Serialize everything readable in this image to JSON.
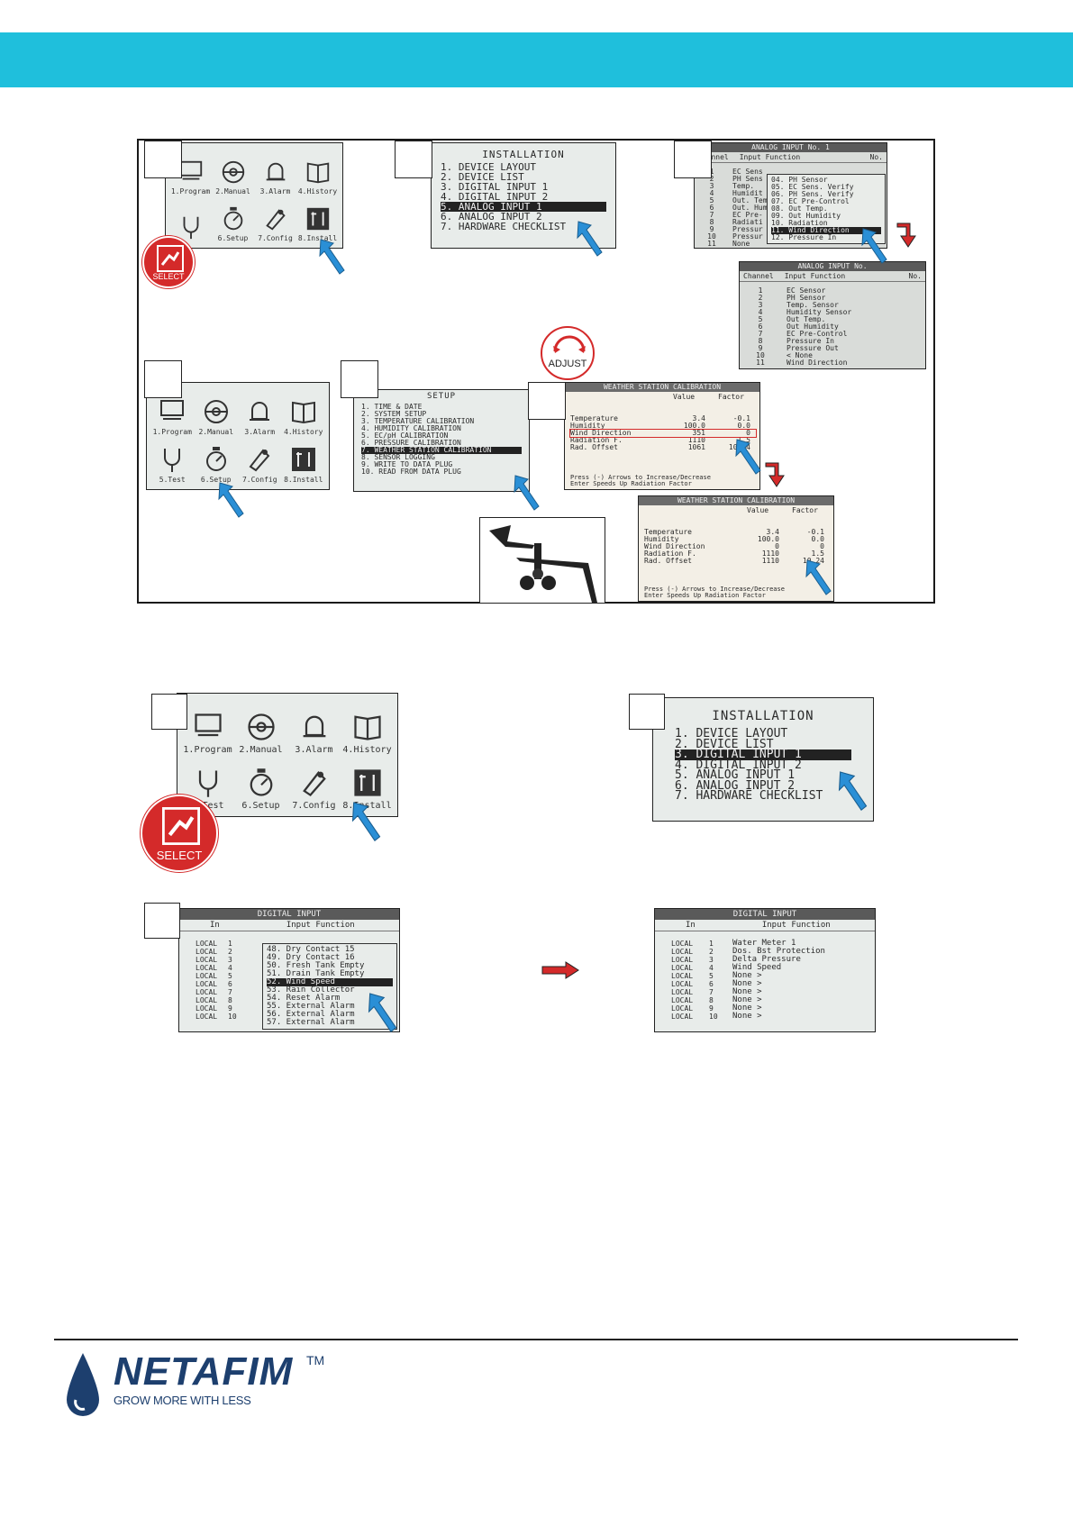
{
  "colors": {
    "band": "#1fbfdc",
    "arrow_blue": "#2a8fd6",
    "arrow_red": "#d42a2a",
    "brand": "#1d3f6e"
  },
  "icon_menu_small": [
    "1.Program",
    "2.Manual",
    "3.Alarm",
    "4.History",
    "",
    "6.Setup",
    "7.Config",
    "8.Install"
  ],
  "icon_menu_setup": [
    "1.Program",
    "2.Manual",
    "3.Alarm",
    "4.History",
    "5.Test",
    "6.Setup",
    "7.Config",
    "8.Install"
  ],
  "icon_menu_big": [
    "1.Program",
    "2.Manual",
    "3.Alarm",
    "4.History",
    "5.Test",
    "6.Setup",
    "7.Config",
    "8.Install"
  ],
  "installation": {
    "title": "INSTALLATION",
    "items": [
      "1. DEVICE LAYOUT",
      "2. DEVICE LIST",
      "3. DIGITAL INPUT 1",
      "4. DIGITAL INPUT 2",
      "5. ANALOG INPUT 1",
      "6. ANALOG INPUT 2",
      "7. HARDWARE CHECKLIST"
    ]
  },
  "analog_popup": {
    "title": "ANALOG INPUT No. 1",
    "col_channel": "Channel",
    "col_function": "Input Function",
    "col_no": "No.",
    "channels": [
      "1",
      "2",
      "3",
      "4",
      "5",
      "6",
      "7",
      "8",
      "9",
      "10",
      "11"
    ],
    "functions": [
      "EC Sens",
      "PH Sens",
      "Temp.",
      "Humidit",
      "Out. Tem",
      "Out. Hum",
      "EC Pre-",
      "Radiati",
      "Pressur",
      "Pressur",
      "None"
    ],
    "popup_items": [
      "04. PH Sensor",
      "05. EC Sens. Verify",
      "06. PH Sens. Verify",
      "07. EC Pre-Control",
      "08. Out Temp.",
      "09. Out Humidity",
      "10. Radiation",
      "11. Wind Direction",
      "12. Pressure In"
    ]
  },
  "analog_result": {
    "title": "ANALOG INPUT No.",
    "col_channel": "Channel",
    "col_function": "Input Function",
    "col_no": "No.",
    "channels": [
      "1",
      "2",
      "3",
      "4",
      "5",
      "6",
      "7",
      "8",
      "9",
      "10",
      "11"
    ],
    "functions": [
      "EC Sensor",
      "PH Sensor",
      "Temp. Sensor",
      "Humidity Sensor",
      "Out Temp.",
      "Out Humidity",
      "EC Pre-Control",
      "Pressure In",
      "Pressure Out",
      "< None",
      "Wind Direction"
    ]
  },
  "setup_menu": {
    "title": "SETUP",
    "items": [
      "1. TIME & DATE",
      "2. SYSTEM SETUP",
      "3. TEMPERATURE CALIBRATION",
      "4. HUMIDITY CALIBRATION",
      "5. EC/pH CALIBRATION",
      "6. PRESSURE CALIBRATION",
      "7. WEATHER STATION CALIBRATION",
      "8. SENSOR LOGGING",
      "9. WRITE TO DATA PLUG",
      "10. READ FROM DATA PLUG"
    ]
  },
  "weather_cal": {
    "title": "WEATHER STATION CALIBRATION",
    "col_value": "Value",
    "col_factor": "Factor",
    "rows": [
      {
        "name": "Temperature",
        "value": "3.4",
        "factor": "-0.1"
      },
      {
        "name": "Humidity",
        "value": "100.0",
        "factor": "0.0"
      },
      {
        "name": "Wind Direction",
        "value": "351",
        "factor": "0"
      },
      {
        "name": "Radiation F.",
        "value": "1110",
        "factor": "1.5"
      },
      {
        "name": "Rad. Offset",
        "value": "1061",
        "factor": "10.24"
      }
    ],
    "hint1": "Press (-) Arrows to Increase/Decrease",
    "hint2": "Enter Speeds Up Radiation Factor"
  },
  "weather_cal2": {
    "title": "WEATHER STATION CALIBRATION",
    "col_value": "Value",
    "col_factor": "Factor",
    "rows": [
      {
        "name": "Temperature",
        "value": "3.4",
        "factor": "-0.1"
      },
      {
        "name": "Humidity",
        "value": "100.0",
        "factor": "0.0"
      },
      {
        "name": "Wind Direction",
        "value": "0",
        "factor": "0"
      },
      {
        "name": "Radiation F.",
        "value": "1110",
        "factor": "1.5"
      },
      {
        "name": "Rad. Offset",
        "value": "1110",
        "factor": "10.24"
      }
    ],
    "hint1": "Press (-) Arrows to Increase/Decrease",
    "hint2": "Enter Speeds Up Radiation Factor"
  },
  "installation_big": {
    "title": "INSTALLATION",
    "items": [
      "1. DEVICE LAYOUT",
      "2. DEVICE LIST",
      "3. DIGITAL INPUT 1",
      "4. DIGITAL INPUT 2",
      "5. ANALOG INPUT 1",
      "6. ANALOG INPUT 2",
      "7. HARDWARE CHECKLIST"
    ]
  },
  "digital_input": {
    "title": "DIGITAL INPUT",
    "col_in": "In",
    "col_function": "Input Function",
    "locals": [
      "LOCAL",
      "LOCAL",
      "LOCAL",
      "LOCAL",
      "LOCAL",
      "LOCAL",
      "LOCAL",
      "LOCAL",
      "LOCAL",
      "LOCAL"
    ],
    "nums": [
      "1",
      "2",
      "3",
      "4",
      "5",
      "6",
      "7",
      "8",
      "9",
      "10"
    ],
    "popup_items": [
      "48. Dry Contact 15",
      "49. Dry Contact 16",
      "50. Fresh Tank Empty",
      "51. Drain Tank Empty",
      "52. Wind Speed",
      "53. Rain Collector",
      "54. Reset Alarm",
      "55. External Alarm",
      "56. External Alarm",
      "57. External Alarm"
    ]
  },
  "digital_result": {
    "title": "DIGITAL INPUT",
    "col_in": "In",
    "col_function": "Input Function",
    "locals": [
      "LOCAL",
      "LOCAL",
      "LOCAL",
      "LOCAL",
      "LOCAL",
      "LOCAL",
      "LOCAL",
      "LOCAL",
      "LOCAL",
      "LOCAL"
    ],
    "nums": [
      "1",
      "2",
      "3",
      "4",
      "5",
      "6",
      "7",
      "8",
      "9",
      "10"
    ],
    "functions": [
      "Water Meter 1",
      "Dos. Bst Protection",
      "Delta Pressure",
      "Wind Speed",
      "None >",
      "None >",
      "None >",
      "None >",
      "None >",
      "None >"
    ]
  },
  "badges": {
    "select": "SELECT",
    "adjust": "ADJUST"
  },
  "footer": {
    "brand": "NETAFIM",
    "tm": "TM",
    "tagline": "GROW MORE WITH LESS"
  }
}
